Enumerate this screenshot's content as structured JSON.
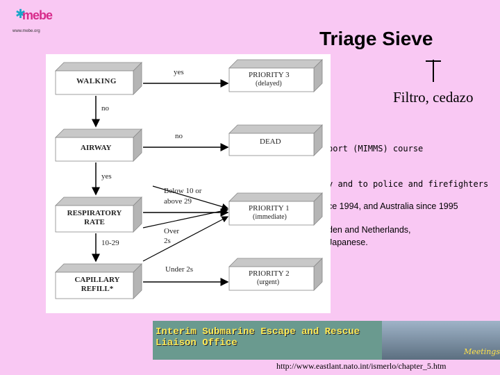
{
  "header": {
    "logo_text": "mebe",
    "logo_sub": "www.mebe.org",
    "title": "Triage Sieve",
    "note": "Filtro, cedazo"
  },
  "bullets": [
    "port (MIMMS) course",
    "y  and to police and firefighters",
    "ce 1994, and Australia since 1995",
    "den and Netherlands,",
    "Japanese."
  ],
  "flowchart": {
    "boxes": {
      "walking": "WALKING",
      "airway": "AIRWAY",
      "respiratory": "RESPIRATORY\nRATE",
      "capillary": "CAPILLARY\nREFILL*",
      "priority3": "PRIORITY 3",
      "priority3_sub": "(delayed)",
      "dead": "DEAD",
      "priority1": "PRIORITY 1",
      "priority1_sub": "(immediate)",
      "priority2": "PRIORITY 2",
      "priority2_sub": "(urgent)"
    },
    "labels": {
      "yes1": "yes",
      "no1": "no",
      "no2": "no",
      "yes2": "yes",
      "below": "Below 10 or\nabove 29",
      "range": "10-29",
      "over": "Over\n2s",
      "under": "Under 2s"
    }
  },
  "banner": {
    "line1": "Interim Submarine Escape and Rescue",
    "line2": "Liaison Office",
    "badge": "Meetings"
  },
  "footer": {
    "url": "http://www.eastlant.nato.int/ismerlo/chapter_5.htm"
  }
}
